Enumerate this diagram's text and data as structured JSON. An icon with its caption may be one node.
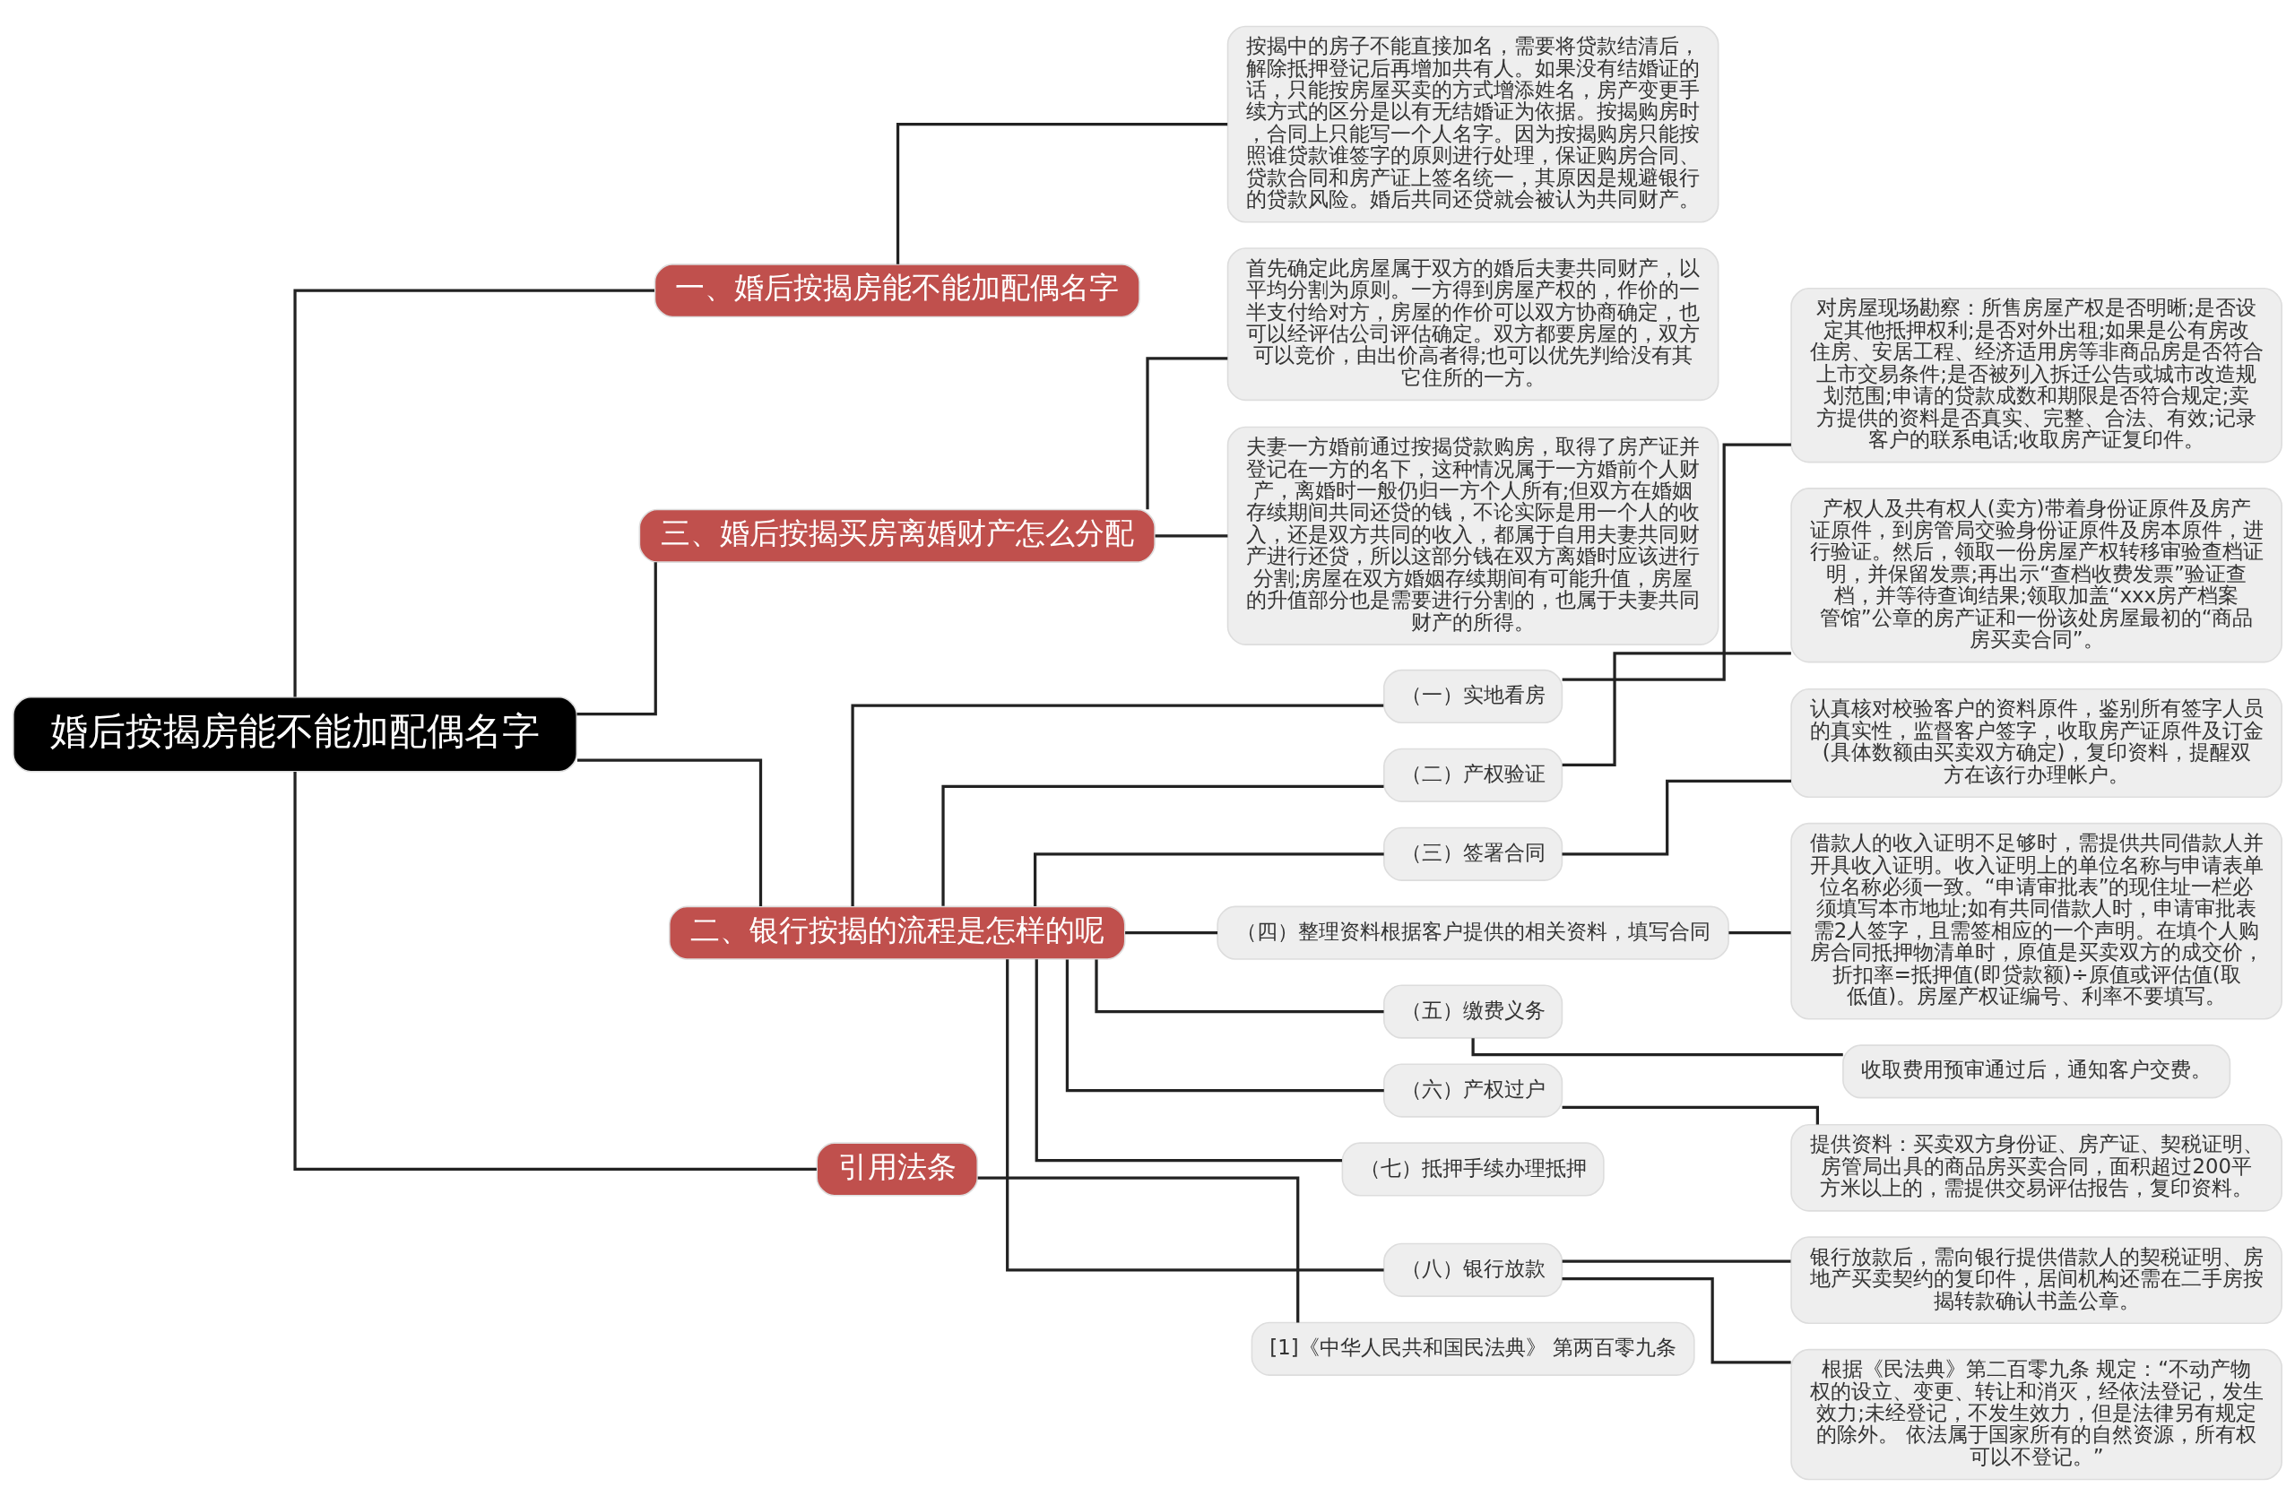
{
  "diagram": {
    "nodes": [
      {
        "text": [
          "婚后按揭房能不能加配偶名字"
        ]
      },
      {
        "text": [
          "一、婚后按揭房能不能加配偶名字"
        ]
      },
      {
        "text": [
          "按揭中的房子不能直接加名，需要将贷款结清后，解除抵押登记后再增加共有人。如果没有结婚证的话，只能按房屋买卖的方式增添姓名，房产变更手续方式的区分是以有无结婚证为依据。按揭购房时，合同上只能写一个人名字。因为按揭购房只能按照谁贷款谁签字的原则进行处理，保证购房合同、贷款合同和房产证上签名统一，其原因是规避银行的贷款风险。婚后共同还贷就会被认为共同财产。"
        ]
      },
      {
        "text": [
          "三、婚后按揭买房离婚财产怎么分配"
        ]
      },
      {
        "text": [
          "首先确定此房屋属于双方的婚后夫妻共同财产，以平均分割为原则。一方得到房屋产权的，作价的一半支付给对方，房屋的作价可以双方协商确定，也可以经评估公司评估确定。双方都要房屋的，双方可以竞价，由出价高者得;也可以优先判给没有其它住所的一方。"
        ]
      },
      {
        "text": [
          "夫妻一方婚前通过按揭贷款购房，取得了房产证并登记在一方的名下，这种情况属于一方婚前个人财产，离婚时一般仍归一方个人所有;但双方在婚姻存续期间共同还贷的钱，不论实际是用一个人的收入，还是双方共同的收入，都属于自用夫妻共同财产进行还贷，所以这部分钱在双方离婚时应该进行分割;房屋在双方婚姻存续期间有可能升值，房屋的升值部分也是需要进行分割的，也属于夫妻共同财产的所得。"
        ]
      },
      {
        "text": [
          "二、银行按揭的流程是怎样的呢"
        ]
      },
      {
        "text": [
          "（一）实地看房"
        ]
      },
      {
        "text": [
          "对房屋现场勘察：所售房屋产权是否明晰;是否设定其他抵押权利;是否对外出租;如果是公有房改住房、安居工程、经济适用房等非商品房是否符合上市交易条件;是否被列入拆迁公告或城市改造规划范围;申请的贷款成数和期限是否符合规定;卖方提供的资料是否真实、完整、合法、有效;记录客户的联系电话;收取房产证复印件。"
        ]
      },
      {
        "text": [
          "（二）产权验证"
        ]
      },
      {
        "text": [
          "产权人及共有权人(卖方)带着身份证原件及房产证原件，到房管局交验身份证原件及房本原件，进行验证。然后，领取一份房屋产权转移审验查档证明，并保留发票;再出示“查档收费发票”验证查档，并等待查询结果;领取加盖“xxx房产档案管馆”公章的房产证和一份该处房屋最初的“商品房买卖合同”。"
        ]
      },
      {
        "text": [
          "（三）签署合同"
        ]
      },
      {
        "text": [
          "认真核对校验客户的资料原件，鉴别所有签字人员的真实性，监督客户签字，收取房产证原件及订金(具体数额由买卖双方确定)，复印资料，提醒双方在该行办理帐户。"
        ]
      },
      {
        "text": [
          "（四）整理资料根据客户提供的相关资料，填写合同"
        ]
      },
      {
        "text": [
          "借款人的收入证明不足够时，需提供共同借款人并开具收入证明。收入证明上的单位名称与申请表单位名称必须一致。“申请审批表”的现住址一栏必须填写本市地址;如有共同借款人时，申请审批表需2人签字，且需签相应的一个声明。在填个人购房合同抵押物清单时，原值是买卖双方的成交价，折扣率=抵押值(即贷款额)÷原值或评估值(取低值)。房屋产权证编号、利率不要填写。"
        ]
      },
      {
        "text": [
          "（五）缴费义务"
        ]
      },
      {
        "text": [
          "收取费用预审通过后，通知客户交费。"
        ]
      },
      {
        "text": [
          "（六）产权过户"
        ]
      },
      {
        "text": [
          "提供资料：买卖双方身份证、房产证、契税证明、房管局出具的商品房买卖合同，面积超过200平方米以上的，需提供交易评估报告，复印资料。"
        ]
      },
      {
        "text": [
          "（七）抵押手续办理抵押"
        ]
      },
      {
        "text": [
          "（八）银行放款"
        ]
      },
      {
        "text": [
          "银行放款后，需向银行提供借款人的契税证明、房地产买卖契约的复印件，居间机构还需在二手房按揭转款确认书盖公章。"
        ]
      },
      {
        "text": [
          "根据《民法典》第二百零九条 规定：“不动产物权的设立、变更、转让和消灭，经依法登记，发生效力;未经登记，不发生效力，但是法律另有规定的除外。 依法属于国家所有的自然资源，所有权可以不登记。”"
        ]
      },
      {
        "text": [
          "引用法条"
        ]
      },
      {
        "text": [
          "[1]《中华人民共和国民法典》 第两百零九条"
        ]
      }
    ],
    "edges": [
      {
        "from": 0,
        "to": 1,
        "arrow": "none"
      },
      {
        "from": 1,
        "to": 2,
        "arrow": "none"
      },
      {
        "from": 0,
        "to": 3,
        "arrow": "none"
      },
      {
        "from": 3,
        "to": 4,
        "arrow": "none"
      },
      {
        "from": 3,
        "to": 5,
        "arrow": "none"
      },
      {
        "from": 0,
        "to": 6,
        "arrow": "none"
      },
      {
        "from": 6,
        "to": 7,
        "arrow": "none"
      },
      {
        "from": 7,
        "to": 8,
        "arrow": "none"
      },
      {
        "from": 6,
        "to": 9,
        "arrow": "none"
      },
      {
        "from": 9,
        "to": 10,
        "arrow": "none"
      },
      {
        "from": 6,
        "to": 11,
        "arrow": "none"
      },
      {
        "from": 11,
        "to": 12,
        "arrow": "none"
      },
      {
        "from": 6,
        "to": 13,
        "arrow": "none"
      },
      {
        "from": 13,
        "to": 14,
        "arrow": "none"
      },
      {
        "from": 6,
        "to": 15,
        "arrow": "none"
      },
      {
        "from": 15,
        "to": 16,
        "arrow": "none"
      },
      {
        "from": 6,
        "to": 17,
        "arrow": "none"
      },
      {
        "from": 17,
        "to": 18,
        "arrow": "none"
      },
      {
        "from": 6,
        "to": 19,
        "arrow": "none"
      },
      {
        "from": 6,
        "to": 20,
        "arrow": "none"
      },
      {
        "from": 20,
        "to": 21,
        "arrow": "none"
      },
      {
        "from": 20,
        "to": 22,
        "arrow": "none"
      },
      {
        "from": 0,
        "to": 23,
        "arrow": "none"
      },
      {
        "from": 23,
        "to": 24,
        "arrow": "none"
      }
    ]
  }
}
